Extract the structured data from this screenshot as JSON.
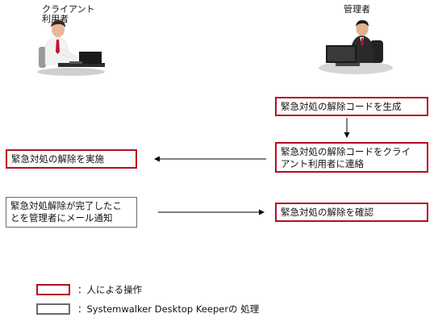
{
  "actors": {
    "client_label": "クライアント\n利用者",
    "admin_label": "管理者"
  },
  "boxes": {
    "generate_code": "緊急対処の解除コードを生成",
    "contact_client": "緊急対処の解除コードをクライ\nアント利用者に連絡",
    "perform_release": "緊急対処の解除を実施",
    "email_notice": "緊急対処解除が完了したこ\nとを管理者にメール通知",
    "confirm_release": "緊急対処の解除を確認"
  },
  "legend": {
    "human_label": "：人による操作",
    "system_label": "：Systemwalker  Desktop Keeperの 処理"
  },
  "colors": {
    "human_border": "#b40f22",
    "system_border": "#6b6b6b"
  }
}
